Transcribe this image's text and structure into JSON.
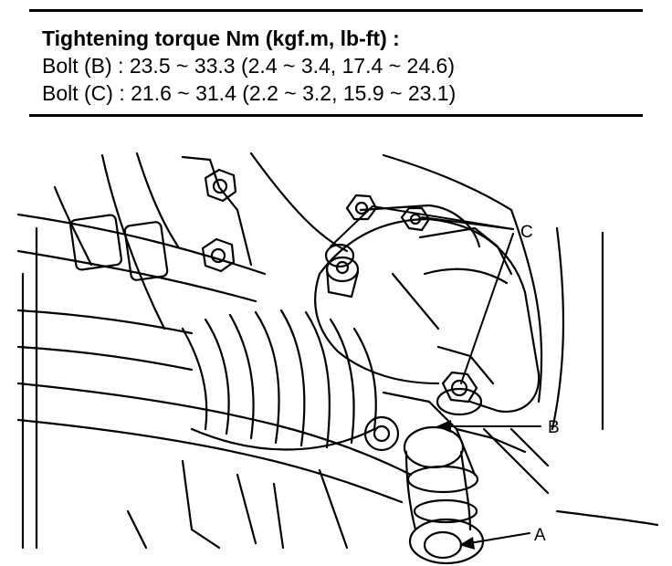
{
  "spec": {
    "heading": "Tightening torque Nm (kgf.m, lb-ft) :",
    "lines": [
      "Bolt (B) : 23.5 ~ 33.3 (2.4 ~ 3.4, 17.4 ~ 24.6)",
      "Bolt (C) : 21.6 ~ 31.4 (2.2 ~ 3.2, 15.9 ~ 23.1)"
    ]
  },
  "callouts": {
    "a": "A",
    "b": "B",
    "c": "C"
  }
}
